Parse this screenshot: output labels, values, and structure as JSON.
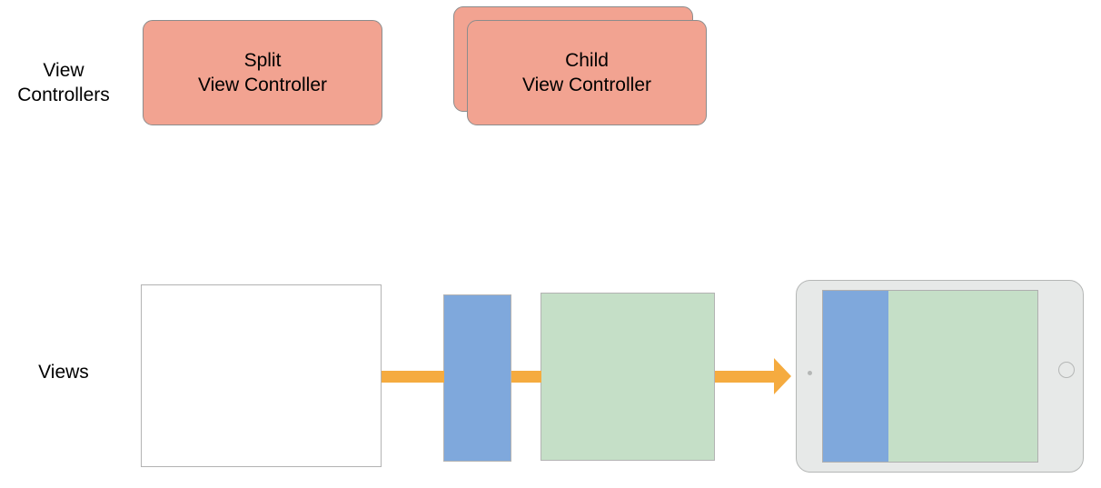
{
  "diagram": {
    "title": "View Controllers and Views",
    "background_color": "#FFFFFF"
  },
  "rows": [
    {
      "id": "view-controllers",
      "label": "View\nControllers"
    },
    {
      "id": "views",
      "label": "Views"
    }
  ],
  "view_controllers": {
    "split": {
      "label": "Split\nView Controller",
      "fill_color": "#F2A391",
      "border_color": "#8C8C8C"
    },
    "child": {
      "label": "Child\nView Controller",
      "fill_color": "#F2A391",
      "border_color": "#8C8C8C",
      "stacked": true,
      "stack_count": 2
    }
  },
  "views": {
    "window": {
      "name": "window-view",
      "fill_color": "#FFFFFF",
      "border_color": "#B3B3B3"
    },
    "primary": {
      "name": "primary-view",
      "fill_color": "#7FA8DC",
      "border_color": "#B3B3B3"
    },
    "secondary": {
      "name": "secondary-view",
      "fill_color": "#C5DFC7",
      "border_color": "#B3B3B3"
    }
  },
  "connectors": {
    "color": "#F5AB3F",
    "count": 3,
    "style": "arrow"
  },
  "device": {
    "name": "ipad",
    "body_color": "#E7E9E8",
    "bezel_color": "#D8D8D8",
    "screen_primary_color": "#7FA8DC",
    "screen_secondary_color": "#C5DFC7",
    "primary_split_percent": 30
  }
}
